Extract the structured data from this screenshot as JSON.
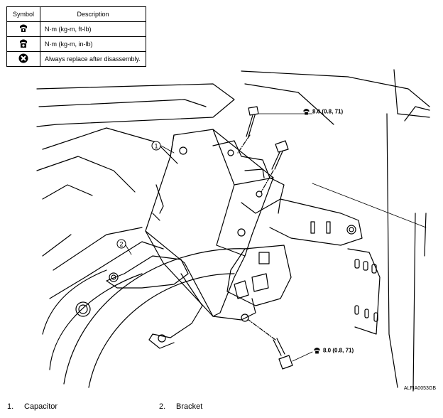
{
  "legend": {
    "header_symbol": "Symbol",
    "header_description": "Description",
    "rows": [
      {
        "icon": "torque-wrench-icon",
        "text": "N·m (kg-m, ft-lb)"
      },
      {
        "icon": "torque-wrench-inlb-icon",
        "text": "N·m (kg-m, in-lb)"
      },
      {
        "icon": "always-replace-icon",
        "text": "Always replace after disassembly."
      }
    ]
  },
  "callouts": {
    "c1": "1",
    "c2": "2"
  },
  "torque": {
    "top": "8.0 (0.8, 71)",
    "bottom": "8.0 (0.8, 71)"
  },
  "figure_code": "ALFIA0053GB",
  "parts": [
    {
      "num": "1.",
      "name": "Capacitor"
    },
    {
      "num": "2.",
      "name": "Bracket"
    }
  ]
}
